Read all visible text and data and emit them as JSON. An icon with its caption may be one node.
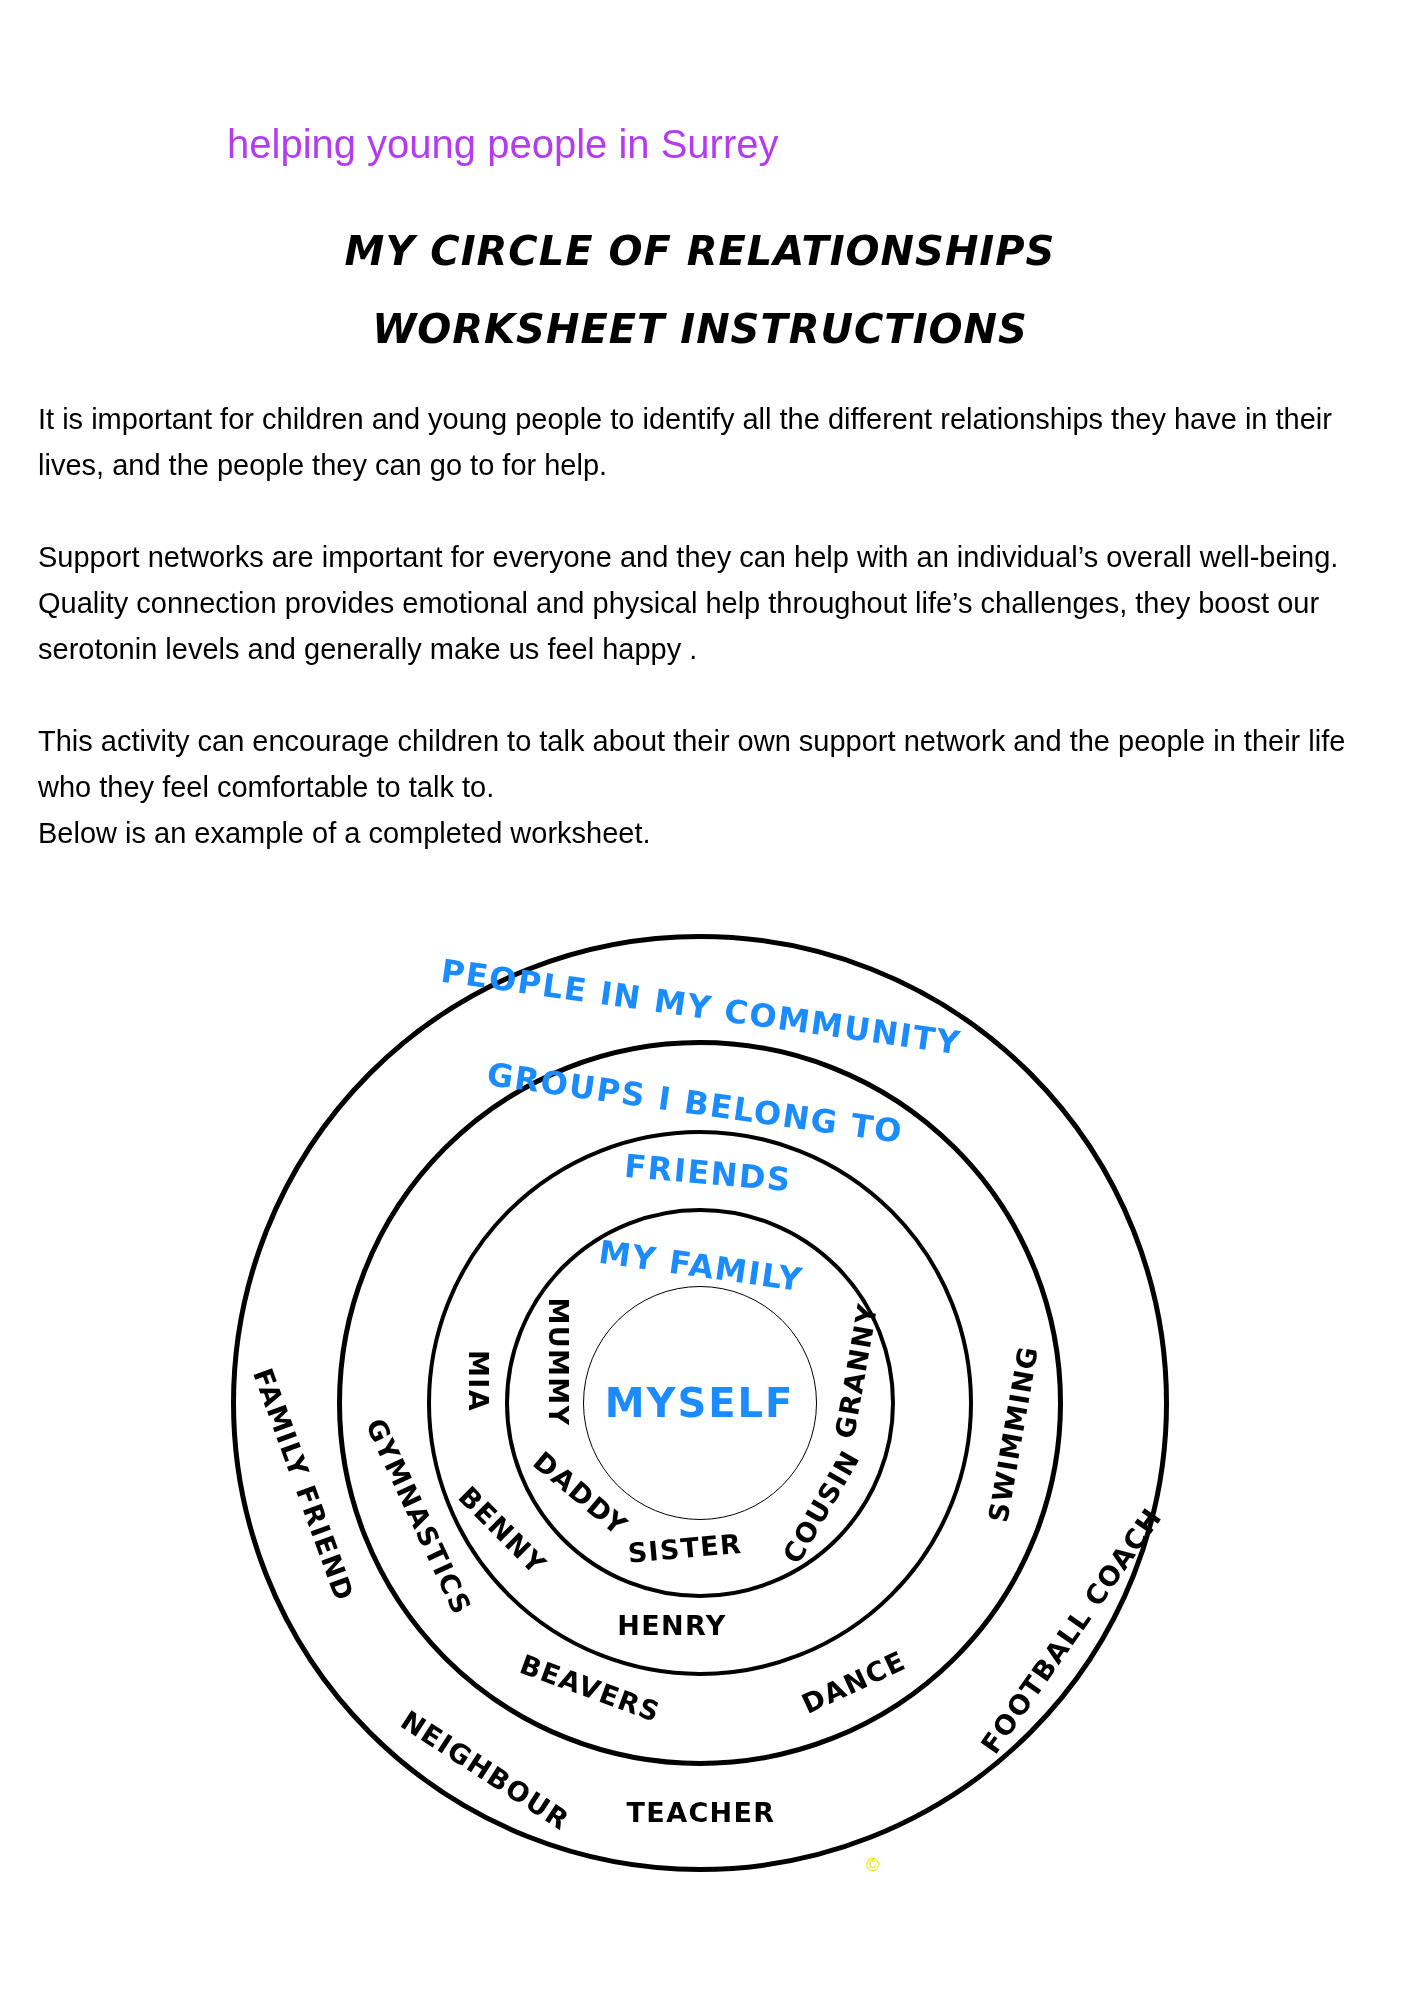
{
  "diagram": {
    "title": "MY CIRCLE OF RELATIONSHIPS WORKSHEET INSTRUCTIONS",
    "nodes": [
      {
        "text": [
          "PEOPLE IN MY COMMUNITY",
          "FAMILY FRIEND",
          "NEIGHBOUR",
          "TEACHER",
          "FOOTBALL COACH"
        ]
      },
      {
        "text": [
          "GROUPS I BELONG TO",
          "GYMNASTICS",
          "BEAVERS",
          "DANCE",
          "SWIMMING"
        ],
        "in": 0
      },
      {
        "text": [
          "FRIENDS",
          "MIA",
          "BENNY",
          "HENRY"
        ],
        "in": 1
      },
      {
        "text": [
          "MY FAMILY",
          "MUMMY",
          "DADDY",
          "SISTER",
          "COUSIN",
          "GRANNY"
        ],
        "in": 2
      },
      {
        "text": [
          "MYSELF"
        ],
        "in": 3
      }
    ],
    "labels": [
      "helping young people in Surrey",
      "It is important for children and young people to identify all the different relationships they have in their lives, and the people they can go to for help.",
      "Support networks are important for everyone and they can help with an individual’s overall well-being. Quality connection provides emotional and physical help throughout life’s challenges, they boost our serotonin levels and generally make us feel happy .",
      "This activity can encourage children to talk about their own support network and the people in their life who they feel comfortable to talk to.",
      "Below is an example of a completed worksheet.",
      "©"
    ]
  }
}
